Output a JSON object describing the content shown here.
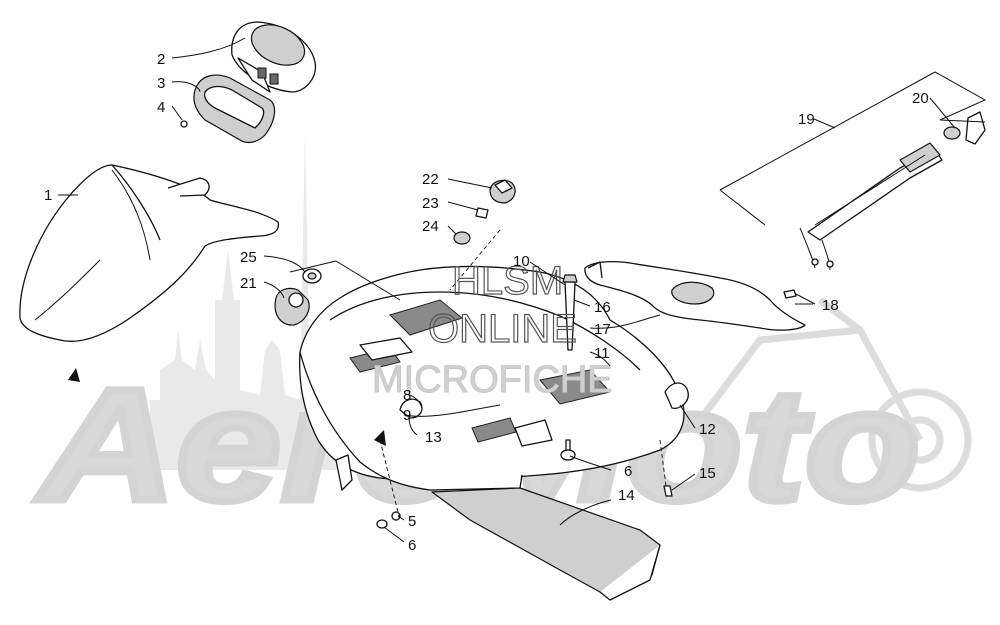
{
  "watermarks": {
    "brand_text": "AeroMoto",
    "hlsm_line1": "HLSM",
    "hlsm_line2": "ONLINE",
    "hlsm_line3": "MICROFICHE"
  },
  "callouts": [
    {
      "id": "1",
      "label": "1"
    },
    {
      "id": "2",
      "label": "2"
    },
    {
      "id": "3",
      "label": "3"
    },
    {
      "id": "4",
      "label": "4"
    },
    {
      "id": "5",
      "label": "5"
    },
    {
      "id": "6a",
      "label": "6"
    },
    {
      "id": "6b",
      "label": "6"
    },
    {
      "id": "8",
      "label": "8"
    },
    {
      "id": "9",
      "label": "9"
    },
    {
      "id": "10",
      "label": "10"
    },
    {
      "id": "11",
      "label": "11"
    },
    {
      "id": "12",
      "label": "12"
    },
    {
      "id": "13",
      "label": "13"
    },
    {
      "id": "14",
      "label": "14"
    },
    {
      "id": "15",
      "label": "15"
    },
    {
      "id": "16",
      "label": "16"
    },
    {
      "id": "17",
      "label": "17"
    },
    {
      "id": "18",
      "label": "18"
    },
    {
      "id": "19",
      "label": "19"
    },
    {
      "id": "20",
      "label": "20"
    },
    {
      "id": "21",
      "label": "21"
    },
    {
      "id": "22",
      "label": "22"
    },
    {
      "id": "23",
      "label": "23"
    },
    {
      "id": "24",
      "label": "24"
    },
    {
      "id": "25",
      "label": "25"
    }
  ]
}
